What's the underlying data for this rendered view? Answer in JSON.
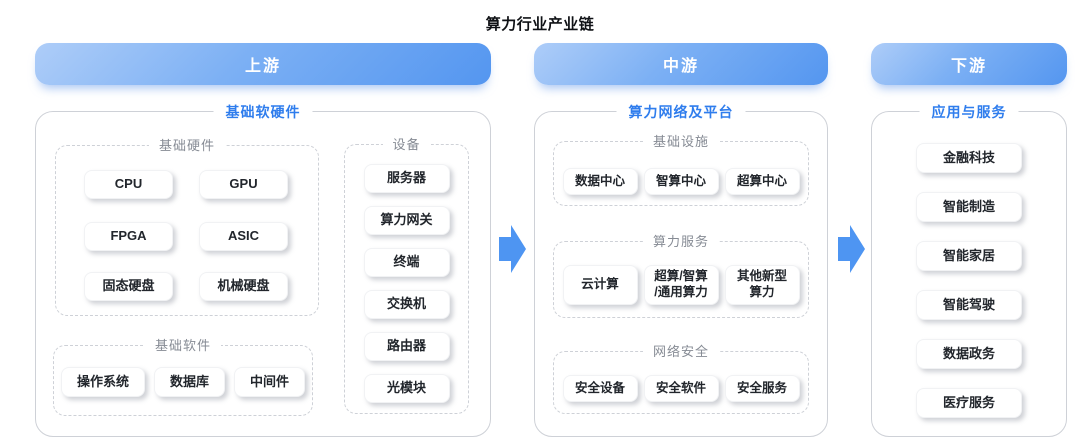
{
  "title": "算力行业产业链",
  "colors": {
    "header_gradient_start": "#aecdf8",
    "header_gradient_end": "#5496f0",
    "arrow": "#4e95f2",
    "accent_label": "#2f7ded",
    "group_label": "#868b94",
    "border": "#ced1d7"
  },
  "columns": [
    {
      "header": "上游",
      "label": "基础软硬件",
      "groups": [
        {
          "label": "基础硬件",
          "items": [
            "CPU",
            "GPU",
            "FPGA",
            "ASIC",
            "固态硬盘",
            "机械硬盘"
          ]
        },
        {
          "label": "基础软件",
          "items": [
            "操作系统",
            "数据库",
            "中间件"
          ]
        },
        {
          "label": "设备",
          "items": [
            "服务器",
            "算力网关",
            "终端",
            "交换机",
            "路由器",
            "光模块"
          ]
        }
      ]
    },
    {
      "header": "中游",
      "label": "算力网络及平台",
      "groups": [
        {
          "label": "基础设施",
          "items": [
            "数据中心",
            "智算中心",
            "超算中心"
          ]
        },
        {
          "label": "算力服务",
          "items": [
            "云计算",
            "超算/智算\n/通用算力",
            "其他新型\n算力"
          ]
        },
        {
          "label": "网络安全",
          "items": [
            "安全设备",
            "安全软件",
            "安全服务"
          ]
        }
      ]
    },
    {
      "header": "下游",
      "label": "应用与服务",
      "groups": [
        {
          "items": [
            "金融科技",
            "智能制造",
            "智能家居",
            "智能驾驶",
            "数据政务",
            "医疗服务"
          ]
        }
      ]
    }
  ]
}
